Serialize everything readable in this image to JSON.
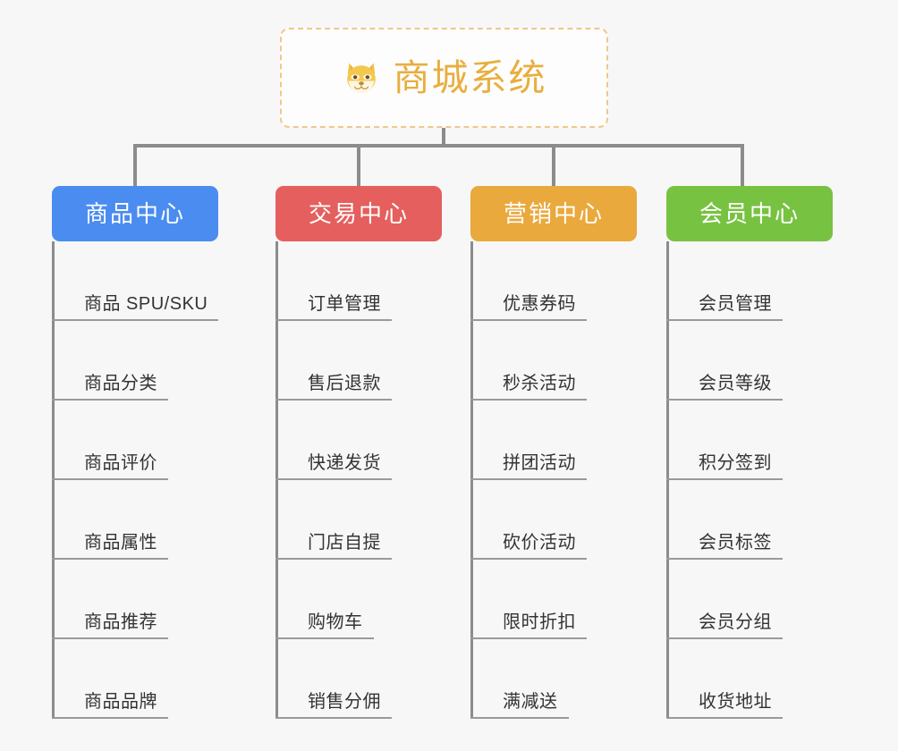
{
  "page": {
    "background_color": "#f7f7f7",
    "title": "商城系统 架构脑图"
  },
  "root": {
    "label": "商城系统",
    "icon": "shiba-dog-face-icon",
    "text_color": "#e8ae3e",
    "border_color": "#f0c88a",
    "background_color": "#fdfdfd"
  },
  "connector_color": "#8c8c8c",
  "columns": [
    {
      "id": "product-center",
      "label": "商品中心",
      "color": "#4a8cf0",
      "items": [
        "商品 SPU/SKU",
        "商品分类",
        "商品评价",
        "商品属性",
        "商品推荐",
        "商品品牌"
      ]
    },
    {
      "id": "trade-center",
      "label": "交易中心",
      "color": "#e45f5d",
      "items": [
        "订单管理",
        "售后退款",
        "快递发货",
        "门店自提",
        "购物车",
        "销售分佣"
      ]
    },
    {
      "id": "marketing-center",
      "label": "营销中心",
      "color": "#e9a93c",
      "items": [
        "优惠券码",
        "秒杀活动",
        "拼团活动",
        "砍价活动",
        "限时折扣",
        "满减送"
      ]
    },
    {
      "id": "member-center",
      "label": "会员中心",
      "color": "#78c242",
      "items": [
        "会员管理",
        "会员等级",
        "积分签到",
        "会员标签",
        "会员分组",
        "收货地址"
      ]
    }
  ]
}
